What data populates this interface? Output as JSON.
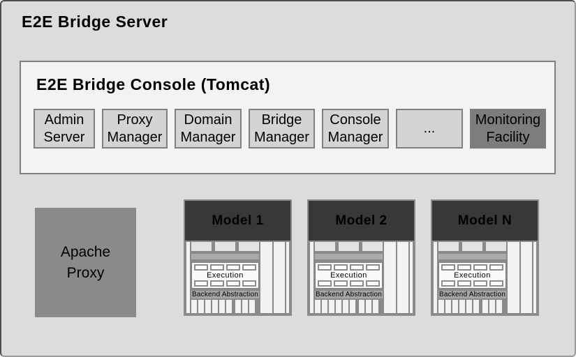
{
  "colors": {
    "server_bg": "#dcdcdc",
    "console_bg": "#f3f3f3",
    "module_bg": "#d4d4d4",
    "module_border": "#7f7f7f",
    "monitoring_bg": "#7d7d7d",
    "apache_bg": "#8a8a8a",
    "model_header_bg": "#383838",
    "model_body_bg": "#8a8a8a",
    "strip_color": "#f2f2f2"
  },
  "server": {
    "title": "E2E Bridge Server"
  },
  "console": {
    "title": "E2E Bridge Console (Tomcat)",
    "modules": [
      {
        "label": "Admin\nServer"
      },
      {
        "label": "Proxy\nManager"
      },
      {
        "label": "Domain\nManager"
      },
      {
        "label": "Bridge\nManager"
      },
      {
        "label": "Console\nManager"
      },
      {
        "label": "..."
      },
      {
        "label": "Monitoring\nFacility"
      }
    ]
  },
  "apache": {
    "label": "Apache\nProxy"
  },
  "models": [
    {
      "title": "Model 1"
    },
    {
      "title": "Model 2"
    },
    {
      "title": "Model N"
    }
  ],
  "model_labels": {
    "execution": "Execution",
    "backend": "Backend Abstraction"
  }
}
